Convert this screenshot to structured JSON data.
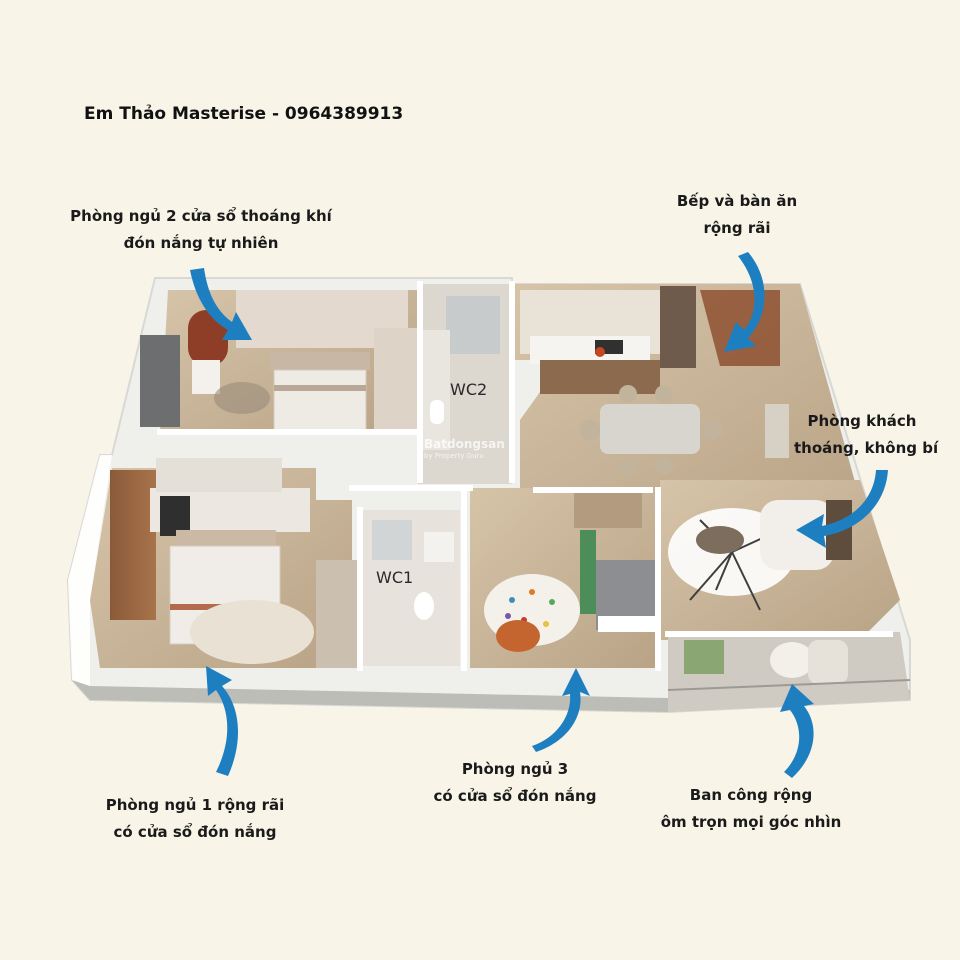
{
  "header": {
    "title": "Em Thảo Masterise - 0964389913"
  },
  "annotations": {
    "bedroom2": {
      "line1": "Phòng ngủ 2 cửa sổ thoáng khí",
      "line2": "đón nắng tự nhiên"
    },
    "kitchen": {
      "line1": "Bếp và bàn ăn",
      "line2": "rộng rãi"
    },
    "living": {
      "line1": "Phòng khách",
      "line2": "thoáng, không bí"
    },
    "bedroom1": {
      "line1": "Phòng ngủ 1 rộng rãi",
      "line2": "có cửa sổ đón nắng"
    },
    "bedroom3": {
      "line1": "Phòng ngủ 3",
      "line2": "có cửa sổ đón nắng"
    },
    "balcony": {
      "line1": "Ban công rộng",
      "line2": "ôm trọn mọi góc nhìn"
    }
  },
  "rooms": {
    "wc1": "WC1",
    "wc2": "WC2"
  },
  "watermark": {
    "brand": "Batdongsan",
    "sub": "by Property Guru"
  },
  "colors": {
    "background": "#f8f4e8",
    "arrow": "#1e7fc0",
    "wall": "#ffffff",
    "floor": "#c9b59b"
  }
}
